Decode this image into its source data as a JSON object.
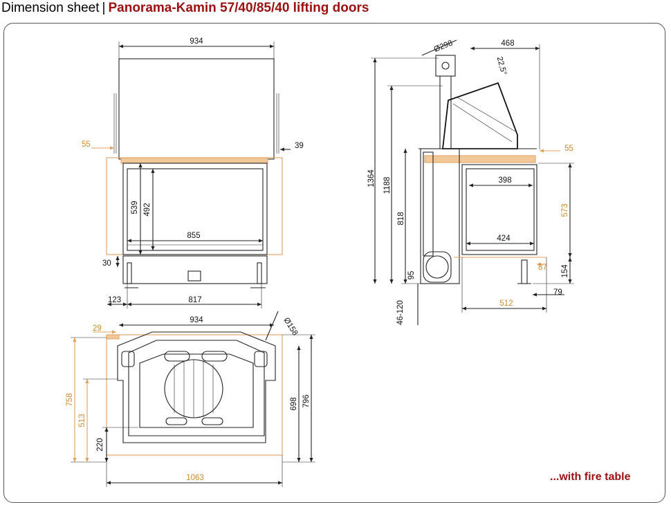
{
  "header": {
    "prefix": "Dimension sheet",
    "separator": "|",
    "title": "Panorama-Kamin 57/40/85/40 lifting doors"
  },
  "footnote": "...with fire table",
  "colors": {
    "title": "#9b1010",
    "table_highlight": "#e0a060",
    "line": "#222222"
  },
  "dimensions": {
    "front": {
      "width_top": "934",
      "left_offset": "55",
      "right_offset": "39",
      "height_outer": "539",
      "height_inner": "492",
      "inner_width": "855",
      "base_height": "30",
      "foot_offset": "123",
      "foot_span": "817"
    },
    "side": {
      "flue_diameter": "Ø298",
      "flue_offset": "468",
      "angle": "22,5°",
      "total_height": "1364",
      "flue_height": "1188",
      "table_height": "818",
      "table_overhang": "55",
      "opening_top": "398",
      "opening_bottom": "424",
      "opening_height": "573",
      "offset_87": "87",
      "offset_154": "154",
      "offset_95": "95",
      "foot_79": "79",
      "depth_512": "512",
      "adjust": "46-120"
    },
    "top": {
      "offset_29": "29",
      "width_934": "934",
      "outlet_diameter": "Ø158",
      "depth_758": "758",
      "depth_513": "513",
      "depth_220": "220",
      "depth_698": "698",
      "depth_796": "796",
      "width_1063": "1063"
    }
  }
}
